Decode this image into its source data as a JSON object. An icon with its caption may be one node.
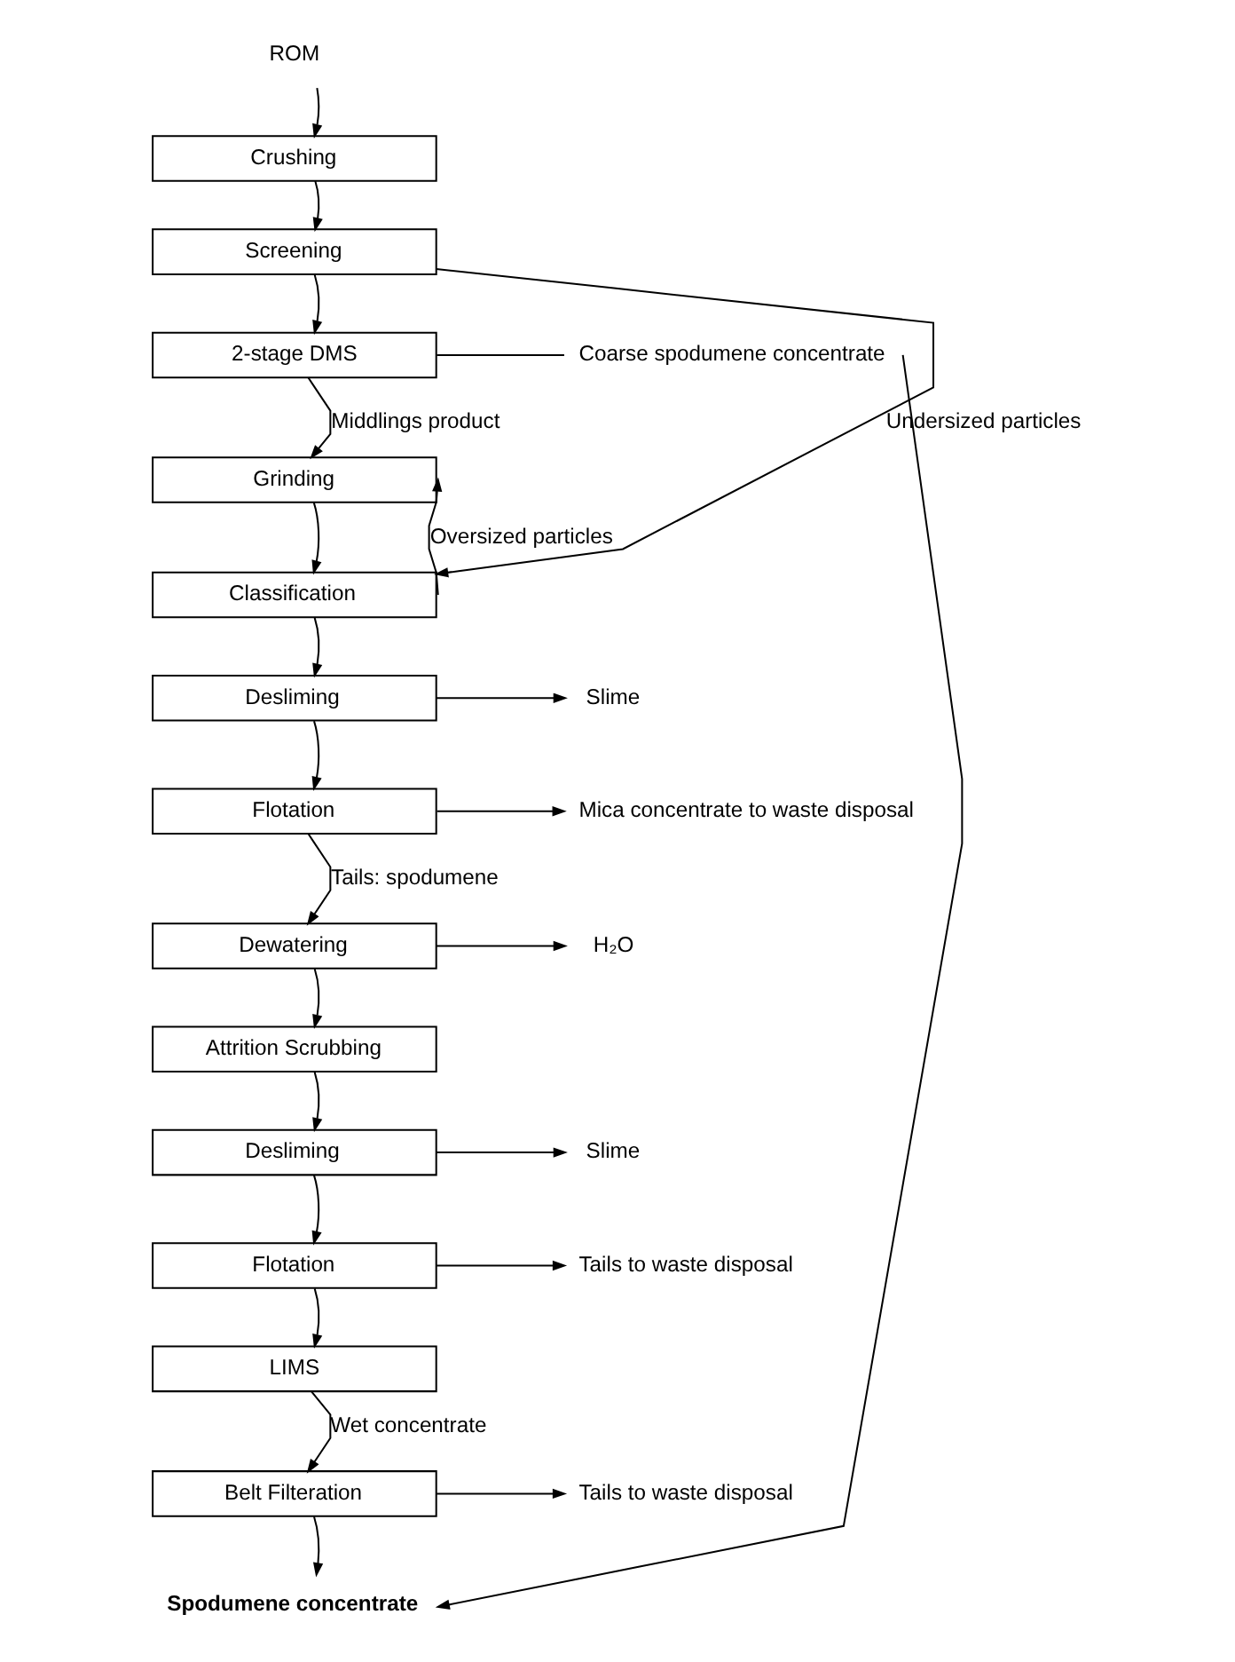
{
  "diagram": {
    "nodes": [
      {
        "text": [
          "ROM"
        ]
      },
      {
        "text": [
          "Crushing"
        ]
      },
      {
        "text": [
          "Screening"
        ]
      },
      {
        "text": [
          "2-stage DMS"
        ]
      },
      {
        "text": [
          "Coarse spodumene concentrate"
        ]
      },
      {
        "text": [
          "Grinding"
        ]
      },
      {
        "text": [
          "Classification"
        ]
      },
      {
        "text": [
          "Desliming"
        ]
      },
      {
        "text": [
          "Slime"
        ]
      },
      {
        "text": [
          "Flotation"
        ]
      },
      {
        "text": [
          "Mica concentrate to waste disposal"
        ]
      },
      {
        "text": [
          "Dewatering"
        ]
      },
      {
        "text": [
          "H₂O"
        ]
      },
      {
        "text": [
          "Attrition Scrubbing"
        ]
      },
      {
        "text": [
          "Desliming"
        ]
      },
      {
        "text": [
          "Slime"
        ]
      },
      {
        "text": [
          "Flotation"
        ]
      },
      {
        "text": [
          "Tails to waste disposal"
        ]
      },
      {
        "text": [
          "LIMS"
        ]
      },
      {
        "text": [
          "Belt Filteration"
        ]
      },
      {
        "text": [
          "Tails to waste disposal"
        ]
      },
      {
        "text": [
          "Spodumene concentrate"
        ]
      }
    ],
    "edges": [
      {
        "from": 0,
        "to": 1,
        "arrow": "to"
      },
      {
        "from": 1,
        "to": 2,
        "arrow": "to"
      },
      {
        "from": 2,
        "to": 3,
        "arrow": "to"
      },
      {
        "from": 3,
        "to": 4,
        "arrow": "none"
      },
      {
        "from": 3,
        "to": 5,
        "label": "Middlings product",
        "arrow": "to"
      },
      {
        "from": 2,
        "to": 6,
        "label": "Undersized particles",
        "arrow": "to"
      },
      {
        "from": 5,
        "to": 6,
        "arrow": "to"
      },
      {
        "from": 6,
        "to": 5,
        "label": "Oversized particles",
        "arrow": "to"
      },
      {
        "from": 6,
        "to": 7,
        "arrow": "to"
      },
      {
        "from": 7,
        "to": 8,
        "arrow": "to"
      },
      {
        "from": 7,
        "to": 9,
        "arrow": "to"
      },
      {
        "from": 9,
        "to": 10,
        "arrow": "to"
      },
      {
        "from": 9,
        "to": 11,
        "label": "Tails: spodumene",
        "arrow": "to"
      },
      {
        "from": 11,
        "to": 12,
        "arrow": "to"
      },
      {
        "from": 11,
        "to": 13,
        "arrow": "to"
      },
      {
        "from": 13,
        "to": 14,
        "arrow": "to"
      },
      {
        "from": 14,
        "to": 15,
        "arrow": "to"
      },
      {
        "from": 14,
        "to": 16,
        "arrow": "to"
      },
      {
        "from": 16,
        "to": 17,
        "arrow": "to"
      },
      {
        "from": 16,
        "to": 18,
        "arrow": "to"
      },
      {
        "from": 18,
        "to": 19,
        "label": "Wet concentrate",
        "arrow": "to"
      },
      {
        "from": 19,
        "to": 20,
        "arrow": "to"
      },
      {
        "from": 19,
        "to": 21,
        "arrow": "to"
      },
      {
        "from": 4,
        "to": 21,
        "arrow": "to"
      }
    ]
  }
}
